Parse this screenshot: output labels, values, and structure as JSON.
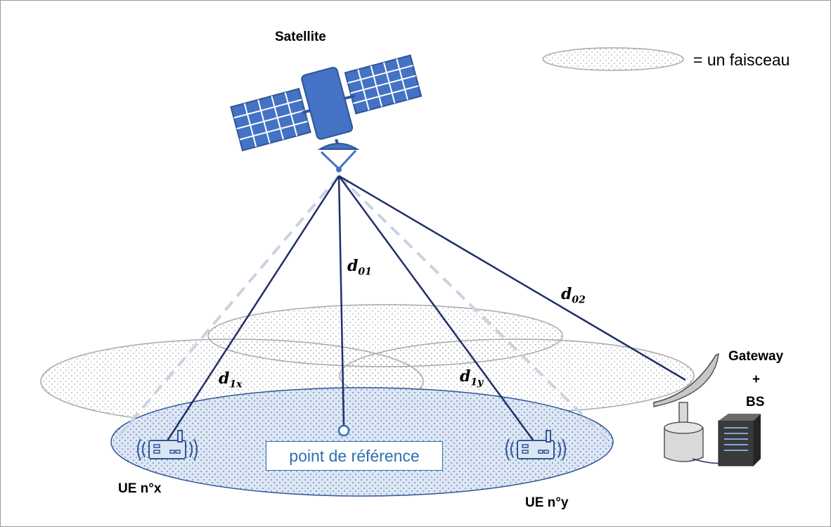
{
  "labels": {
    "satellite": "Satellite",
    "legend": "= un faisceau",
    "reference_point": "point de référence",
    "gateway_line1": "Gateway",
    "gateway_line2": "+",
    "gateway_line3": "BS",
    "ue_x": "UE n°x",
    "ue_y": "UE n°y"
  },
  "distances": {
    "d01": {
      "base": "d",
      "sub": "01"
    },
    "d02": {
      "base": "d",
      "sub": "02"
    },
    "d1x": {
      "base": "d",
      "sub": "1x"
    },
    "d1y": {
      "base": "d",
      "sub": "1y"
    }
  },
  "colors": {
    "link_line": "#1f2f6b",
    "beam_edge_dashed": "#c9d2e2",
    "beam_outline": "#a8a8a8",
    "active_beam_fill": "#dbe6f3",
    "active_beam_outline": "#2f5597",
    "satellite_blue": "#4472c4",
    "reference_text": "#2f6fb3"
  }
}
